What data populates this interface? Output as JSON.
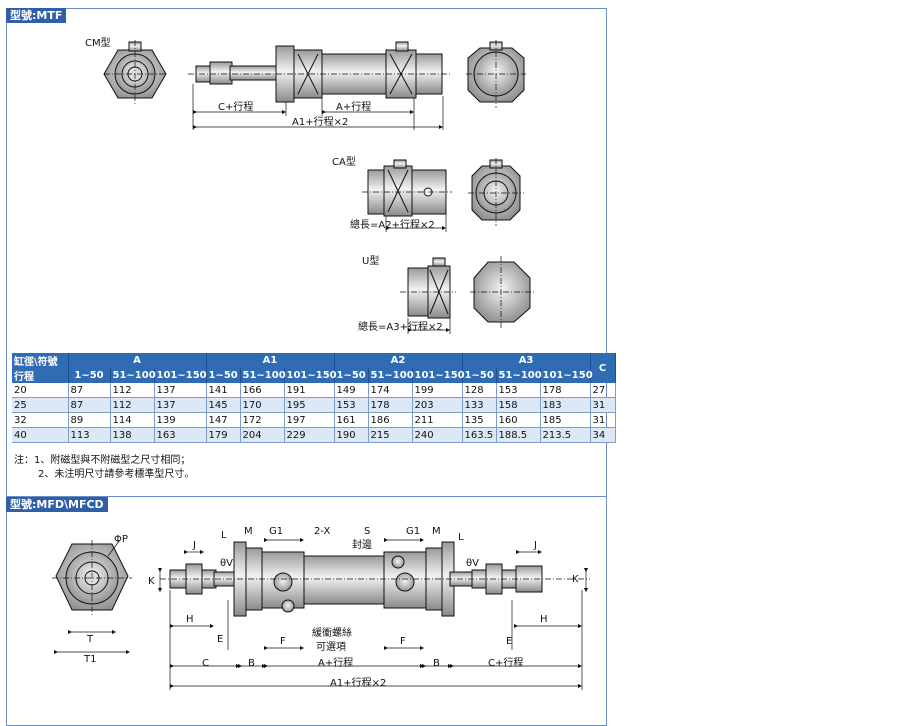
{
  "sections": {
    "mtf_title": "型號:MTF",
    "mfd_title": "型號:MFD\\MFCD"
  },
  "diagram_labels": {
    "cm_type": "CM型",
    "ca_type": "CA型",
    "u_type": "U型",
    "c_stroke": "C+行程",
    "a_stroke": "A+行程",
    "a1_stroke": "A1+行程×2",
    "total_a2": "總長=A2+行程×2",
    "total_a3": "總長=A3+行程×2",
    "phi_p": "ΦP",
    "l": "L",
    "m": "M",
    "g1": "G1",
    "two_x": "2-X",
    "s": "S",
    "sealed": "封邊",
    "j": "J",
    "theta_v": "θV",
    "k": "K",
    "h": "H",
    "e": "E",
    "f": "F",
    "t": "T",
    "t1": "T1",
    "c": "C",
    "b": "B",
    "buffer_screw": "緩衝螺絲",
    "optional": "可選項"
  },
  "table": {
    "bore_label": "缸徑\\符號",
    "stroke_label": "行程",
    "groups": [
      "A",
      "A1",
      "A2",
      "A3"
    ],
    "c_header": "C",
    "ranges": [
      "1~50",
      "51~100",
      "101~150"
    ],
    "rows": [
      [
        "20",
        "87",
        "112",
        "137",
        "141",
        "166",
        "191",
        "149",
        "174",
        "199",
        "128",
        "153",
        "178",
        "27"
      ],
      [
        "25",
        "87",
        "112",
        "137",
        "145",
        "170",
        "195",
        "153",
        "178",
        "203",
        "133",
        "158",
        "183",
        "31"
      ],
      [
        "32",
        "89",
        "114",
        "139",
        "147",
        "172",
        "197",
        "161",
        "186",
        "211",
        "135",
        "160",
        "185",
        "31"
      ],
      [
        "40",
        "113",
        "138",
        "163",
        "179",
        "204",
        "229",
        "190",
        "215",
        "240",
        "163.5",
        "188.5",
        "213.5",
        "34"
      ]
    ]
  },
  "notes": [
    "注：1、附磁型與不附磁型之尺寸相同；",
    "2、未注明尺寸請參考標準型尺寸。"
  ],
  "colors": {
    "header_blue": "#2f6cb4",
    "title_blue": "#2f5fa8",
    "row_tint": "#dde8f6"
  }
}
